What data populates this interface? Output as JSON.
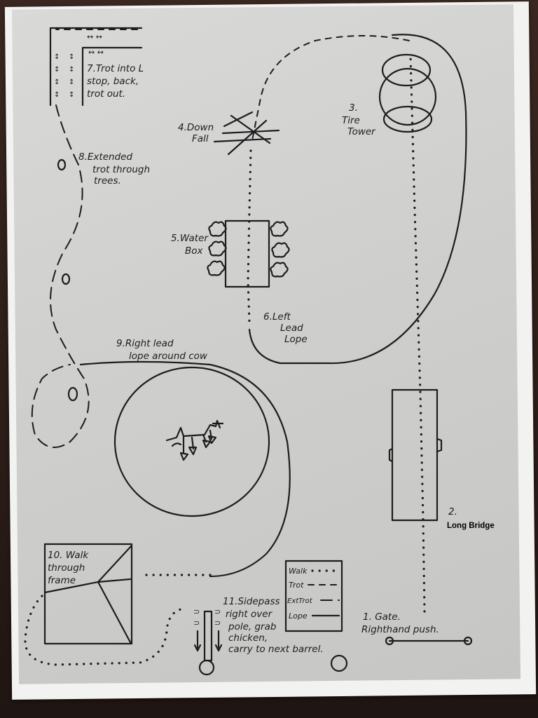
{
  "obstacles": [
    {
      "number": "1.",
      "name": "Gate.",
      "note": "Righthand push."
    },
    {
      "number": "2.",
      "name": "Long Bridge"
    },
    {
      "number": "3.",
      "name": "Tire",
      "name2": "Tower"
    },
    {
      "number": "4.",
      "name": "Down",
      "name2": "Fall"
    },
    {
      "number": "5.",
      "name": "Water",
      "name2": "Box"
    },
    {
      "number": "6.",
      "name": "Left",
      "name2": "Lead",
      "name3": "Lope"
    },
    {
      "number": "7.",
      "lines": [
        "Trot into L",
        "stop, back,",
        "trot out."
      ]
    },
    {
      "number": "8.",
      "lines": [
        "Extended",
        "trot through",
        "trees."
      ]
    },
    {
      "number": "9.",
      "lines": [
        "Right lead",
        "lope around cow"
      ]
    },
    {
      "number": "10.",
      "lines": [
        "Walk",
        "through",
        "frame"
      ]
    },
    {
      "number": "11.",
      "lines": [
        "Sidepass",
        "right over",
        "pole, grab",
        "chicken,",
        "carry to next barrel."
      ]
    }
  ],
  "legend": {
    "rows": [
      {
        "label": "Walk",
        "style": "walk"
      },
      {
        "label": "Trot",
        "style": "trot"
      },
      {
        "label": "ExtTrot",
        "style": "exttrot"
      },
      {
        "label": "Lope",
        "style": "lope"
      }
    ]
  },
  "colors": {
    "ink": "#1d1d1f",
    "paper": "#d3d3d1",
    "table": "#2b1d18"
  }
}
